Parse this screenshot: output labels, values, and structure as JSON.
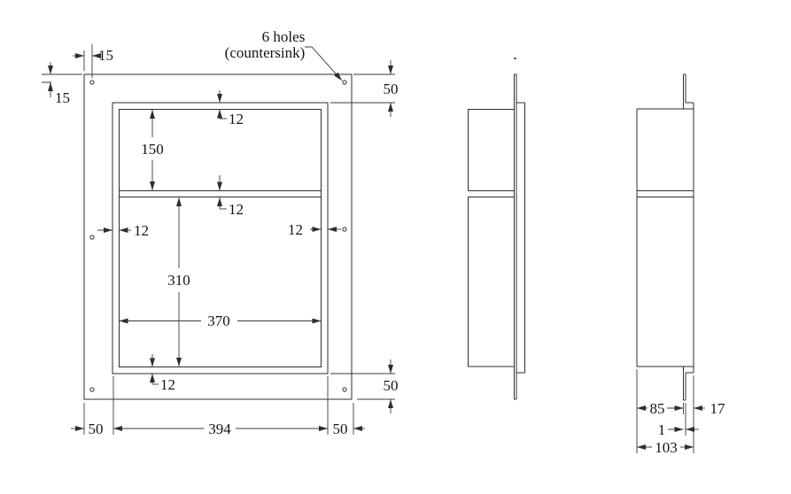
{
  "drawing": {
    "annotation": {
      "line1": "6 holes",
      "line2": "(countersink)"
    },
    "front_view": {
      "dims": {
        "edge_offset_top": "15",
        "edge_offset_left": "15",
        "top_margin": "50",
        "frame_border_top": "12",
        "upper_opening_height": "150",
        "divider_thickness": "12",
        "frame_border_left": "12",
        "frame_border_right": "12",
        "lower_opening_height": "310",
        "opening_width": "370",
        "frame_border_bottom": "12",
        "bottom_margin_right": "50",
        "bottom_margin_left": "50",
        "overall_frame_width": "394",
        "bottom_margin_far_right": "50"
      }
    },
    "side_view": {
      "dims": {
        "recess_depth": "85",
        "lip_depth": "17",
        "plate_thickness": "1",
        "total_depth": "103"
      }
    }
  }
}
